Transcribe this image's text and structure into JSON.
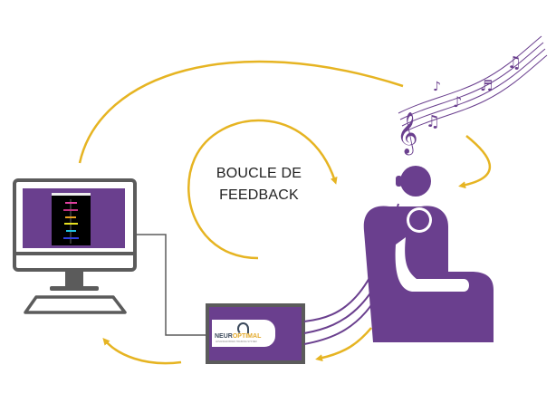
{
  "label": {
    "line1": "BOUCLE DE",
    "line2": "FEEDBACK"
  },
  "device": {
    "brand_prefix": "NEUR",
    "brand_suffix": "OPTIMAL",
    "tagline": "ADVANCED BRAIN TRAINING SYSTEM"
  },
  "colors": {
    "arrow": "#e6b422",
    "purple": "#6a3f8e",
    "gray": "#5b5b5b"
  },
  "icons": [
    "computer-monitor-icon",
    "keyboard-icon",
    "neurofeedback-device-icon",
    "armchair-person-icon",
    "headphones-icon",
    "music-notes-icon",
    "feedback-arrow-icon"
  ]
}
